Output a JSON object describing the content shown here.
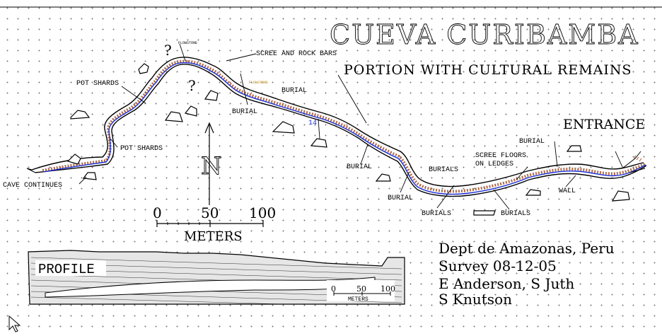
{
  "map": {
    "title": "CUEVA CURIBAMBA",
    "subtitle": "PORTION WITH CULTURAL REMAINS",
    "labels": {
      "entrance": "ENTRANCE",
      "scree_rock_bars": "SCREE AND ROCK BARS",
      "flowstone_1": "FLOWSTONE",
      "flowstone_2": "FLOWSTONE",
      "pot_shards_1": "POT SHARDS",
      "pot_shards_2": "POT SHARDS",
      "cave_continues": "CAVE CONTINUES",
      "burial_1": "BURIAL",
      "burial_2": "BURIAL",
      "burial_3": "BURIAL",
      "burial_4": "BURIAL",
      "burial_5": "BURIAL",
      "burials_1": "BURIALS",
      "burials_2": "BURIALS",
      "burials_3": "BURIALS",
      "scree_floors": "SCREE FLOORS",
      "on_ledges": "ON LEDGES",
      "wall": "WALL",
      "station": "14",
      "question_1": "?",
      "question_2": "?",
      "north": "N",
      "profile": "PROFILE"
    },
    "scale": {
      "tick_0": "0",
      "tick_50": "50",
      "tick_100": "100",
      "unit": "METERS"
    },
    "profile_scale": {
      "tick_0": "0",
      "tick_50": "50",
      "tick_100": "100",
      "unit": "METERS"
    },
    "credits": {
      "line1": "Dept de Amazonas, Peru",
      "line2": "Survey 08-12-05",
      "line3": "E Anderson, S Juth",
      "line4": "S Knutson"
    },
    "colors": {
      "stream": "#1a2fd8",
      "fill": "#a0522d",
      "flowstone_text": "#b8860b",
      "ink": "#000000"
    }
  }
}
